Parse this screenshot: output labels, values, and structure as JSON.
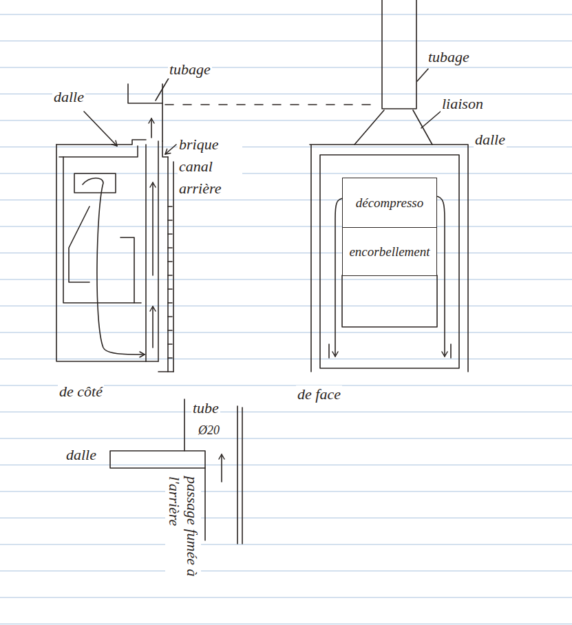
{
  "diagram": {
    "nodes": [
      {
        "text": [
          "décompresso"
        ]
      },
      {
        "text": [
          "encorbellement"
        ]
      }
    ],
    "labels": [
      "dalle",
      "tubage",
      "brique canal arrière",
      "de côté",
      "tubage",
      "liaison",
      "dalle",
      "de face",
      "dalle",
      "tube",
      "Ø20",
      "passage fumée à l'arrière"
    ]
  }
}
